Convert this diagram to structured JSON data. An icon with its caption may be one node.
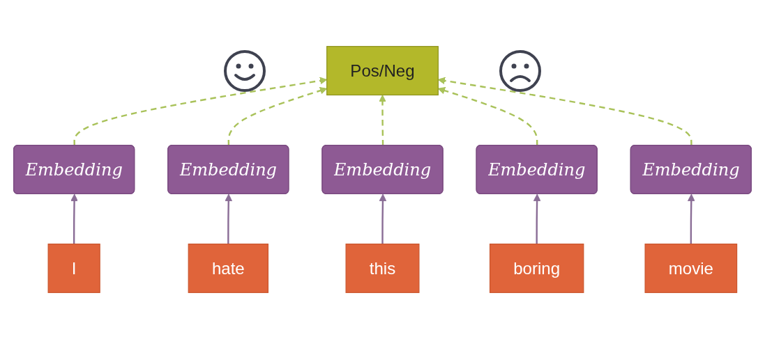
{
  "diagram": {
    "nodes": [
      {
        "text": [
          "Pos/Neg"
        ]
      },
      {
        "text": [
          "Embedding"
        ]
      },
      {
        "text": [
          "Embedding"
        ]
      },
      {
        "text": [
          "Embedding"
        ]
      },
      {
        "text": [
          "Embedding"
        ]
      },
      {
        "text": [
          "Embedding"
        ]
      },
      {
        "text": [
          "I"
        ]
      },
      {
        "text": [
          "hate"
        ]
      },
      {
        "text": [
          "this"
        ]
      },
      {
        "text": [
          "boring"
        ]
      },
      {
        "text": [
          "movie"
        ]
      }
    ],
    "edges": [
      {
        "from": 6,
        "to": 1,
        "arrow": "to"
      },
      {
        "from": 7,
        "to": 2,
        "arrow": "to"
      },
      {
        "from": 8,
        "to": 3,
        "arrow": "to"
      },
      {
        "from": 9,
        "to": 4,
        "arrow": "to"
      },
      {
        "from": 10,
        "to": 5,
        "arrow": "to"
      },
      {
        "from": 1,
        "to": 0,
        "arrow": "to",
        "style": "dashed",
        "color": "#a9c25a"
      },
      {
        "from": 2,
        "to": 0,
        "arrow": "to",
        "style": "dashed",
        "color": "#a9c25a"
      },
      {
        "from": 3,
        "to": 0,
        "arrow": "to",
        "style": "dashed",
        "color": "#a9c25a"
      },
      {
        "from": 4,
        "to": 0,
        "arrow": "to",
        "style": "dashed",
        "color": "#a9c25a"
      },
      {
        "from": 5,
        "to": 0,
        "arrow": "to",
        "style": "dashed",
        "color": "#a9c25a"
      }
    ]
  }
}
